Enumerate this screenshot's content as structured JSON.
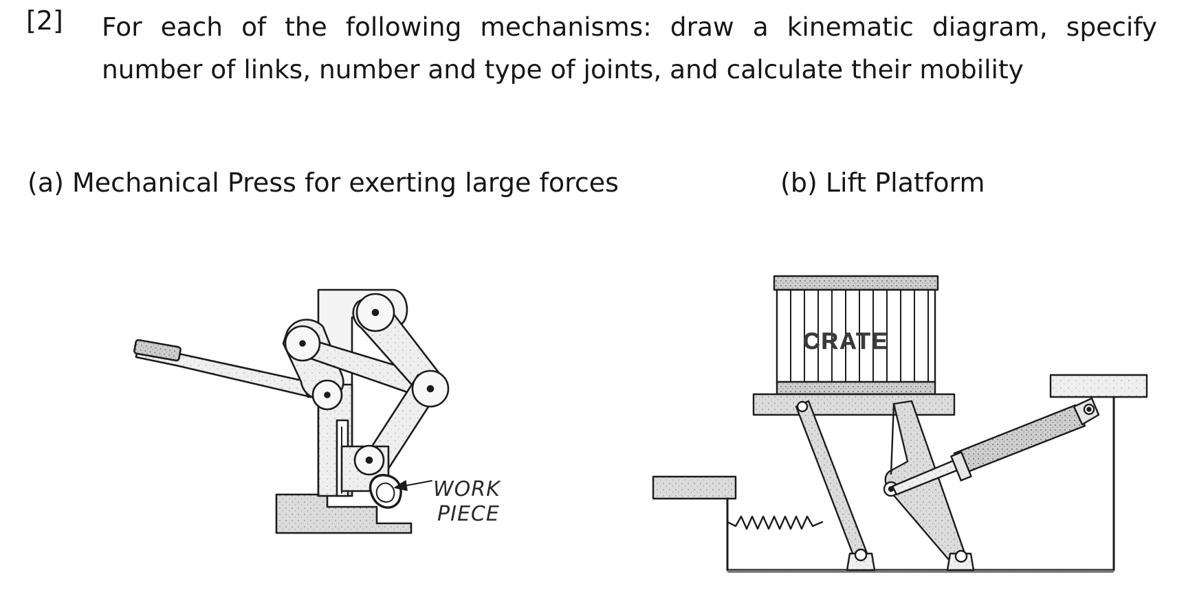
{
  "question": {
    "number": "[2]",
    "text": "For each of the following mechanisms: draw a kinematic diagram, specify number of links, number and type of joints, and calculate their mobility"
  },
  "part_a": {
    "heading": "(a) Mechanical Press for exerting large forces",
    "label_line1": "WORK",
    "label_line2": "PIECE"
  },
  "part_b": {
    "heading": "(b) Lift Platform",
    "crate_label": "CRATE"
  }
}
